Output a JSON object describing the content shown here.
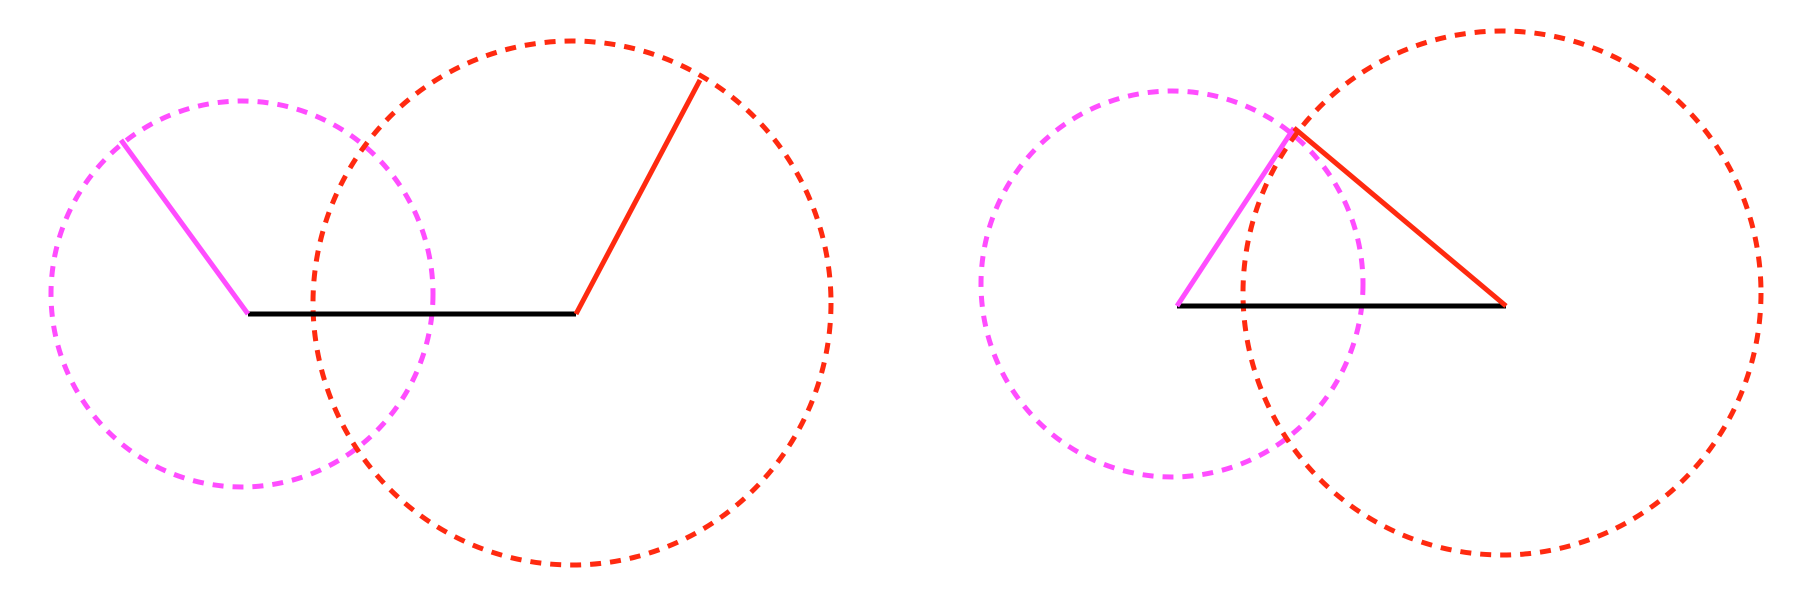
{
  "diagram": {
    "colors": {
      "background": "#ffffff",
      "base_segment": "#000000",
      "small_circle": "#ff4dff",
      "large_circle": "#ff2a10"
    },
    "panels": [
      {
        "name": "left-construction",
        "description_state": "separate-radii"
      },
      {
        "name": "right-construction",
        "description_state": "meeting-radii"
      }
    ]
  }
}
